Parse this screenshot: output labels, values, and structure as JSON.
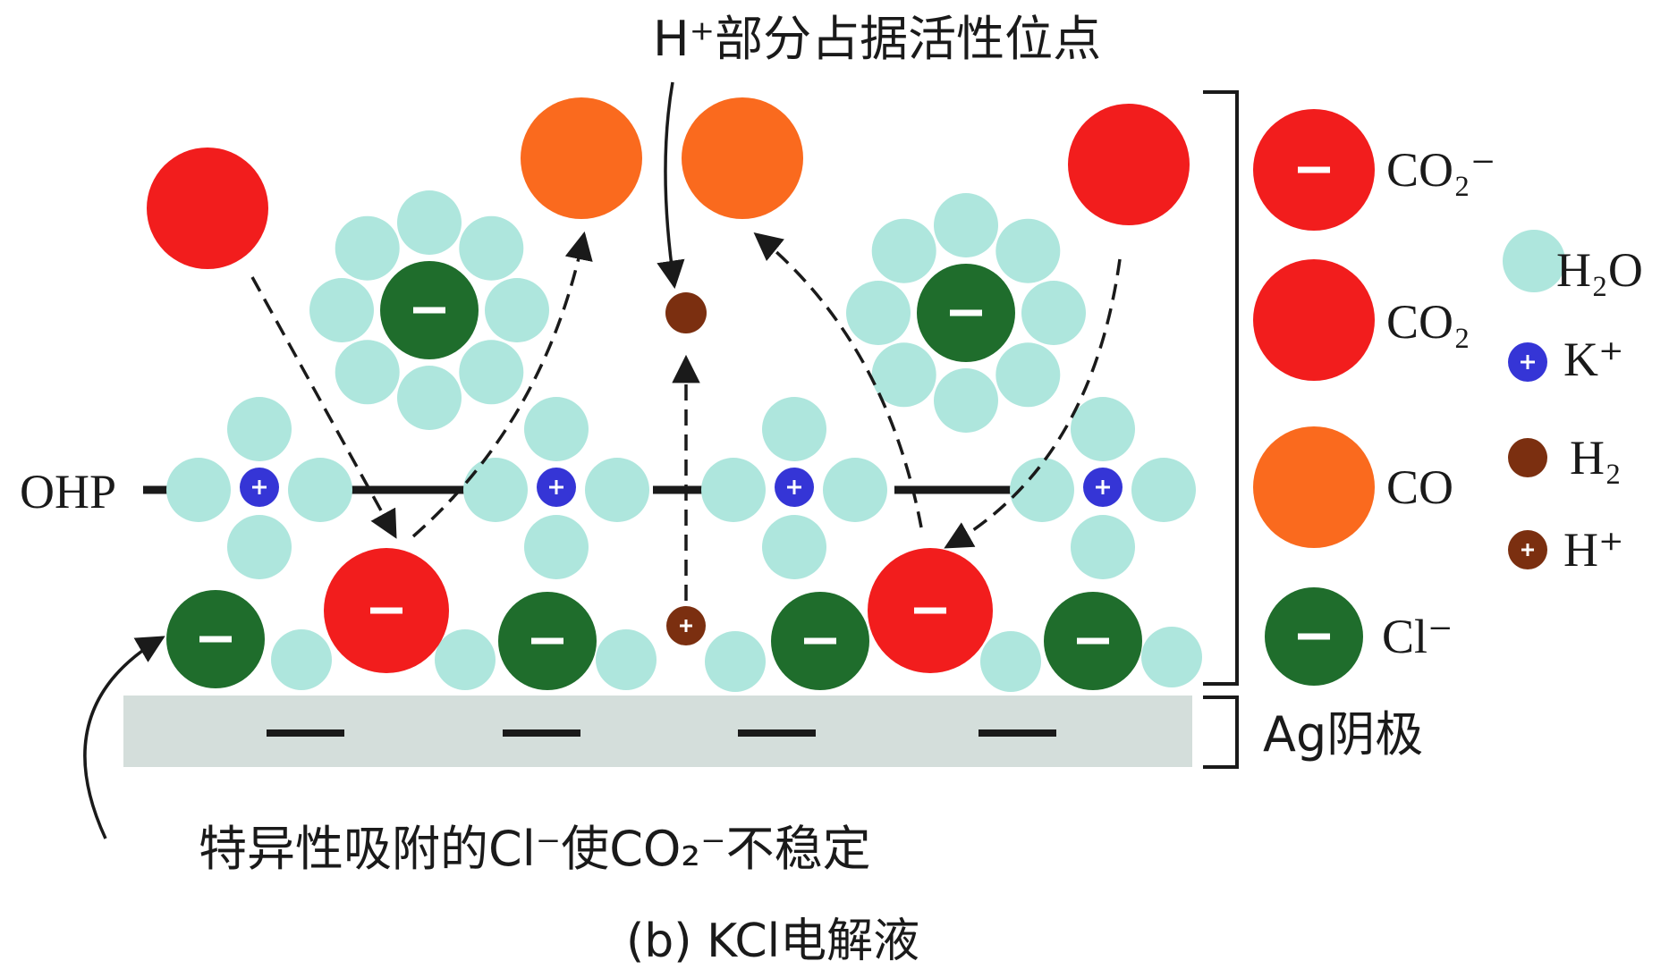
{
  "top_annotation": "H⁺部分占据活性位点",
  "ohp_label": "OHP",
  "electrode_label": "Ag阴极",
  "bottom_annotation": "特异性吸附的Cl⁻使CO₂⁻不稳定",
  "caption": "(b) KCl电解液",
  "legend": {
    "co2_anion": "CO₂⁻",
    "co2": "CO₂",
    "co": "CO",
    "cl": "Cl⁻",
    "h2o": "H₂O",
    "k": "K⁺",
    "h2": "H₂",
    "h_plus": "H⁺"
  },
  "colors": {
    "co2": "#f21d1d",
    "co": "#fa6a1e",
    "water": "#aee6dd",
    "chloride": "#1f6d2c",
    "potassium": "#3535d6",
    "hydrogen": "#7b2f10",
    "electrode": "#d4dedb",
    "sign": "#ffffff",
    "line": "#1a1a1a"
  }
}
